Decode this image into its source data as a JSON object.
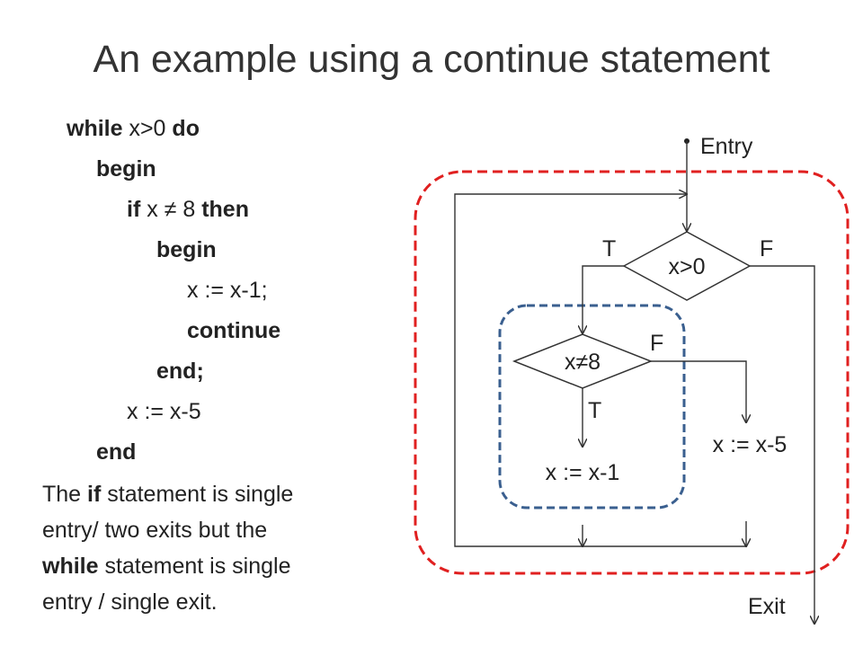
{
  "title": "An example using a continue statement",
  "code": {
    "l1_kw": "while",
    "l1_cond": " x>0 ",
    "l1_kw2": "do",
    "l2": "begin",
    "l3_kw": "if",
    "l3_cond": " x ≠ 8 ",
    "l3_kw2": "then",
    "l4": "begin",
    "l5": "x := x-1;",
    "l6": "continue",
    "l7": "end;",
    "l8": "x := x-5",
    "l9": "end"
  },
  "paragraph": {
    "p1": "The ",
    "p1_kw": "if",
    "p1_rest": " statement is single",
    "p2": "entry/ two exits but the",
    "p3_kw": "while",
    "p3_rest": " statement is single",
    "p4": "entry / single exit."
  },
  "diagram": {
    "entry": "Entry",
    "exit": "Exit",
    "cond1": "x>0",
    "cond1_true": "T",
    "cond1_false": "F",
    "cond2": "x≠8",
    "cond2_true": "T",
    "cond2_false": "F",
    "stmt1": "x := x-1",
    "stmt2": "x := x-5",
    "colors": {
      "outer_region": "#e02020",
      "inner_region": "#3a5f8f",
      "lines": "#333333"
    }
  }
}
